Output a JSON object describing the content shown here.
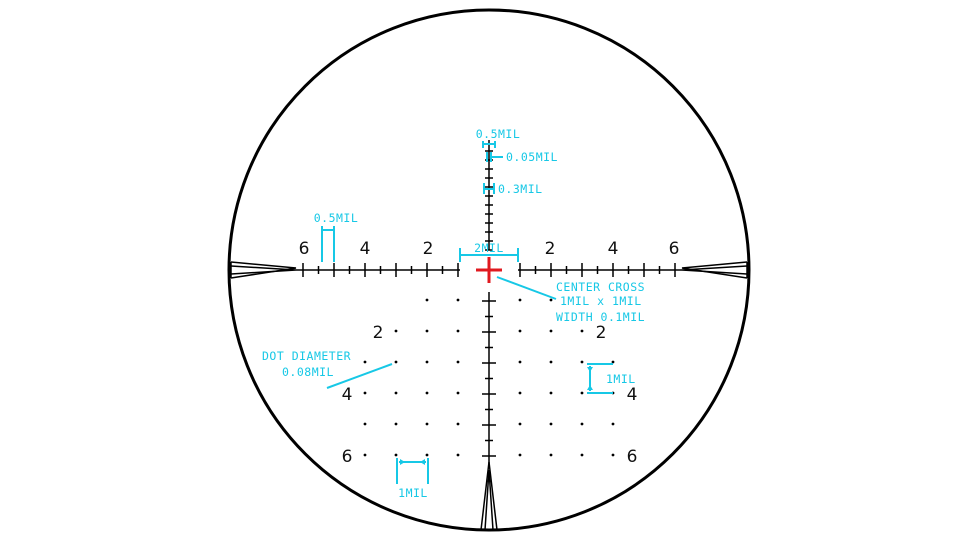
{
  "reticle": {
    "horizontal_numbers": {
      "left": [
        "6",
        "4",
        "2"
      ],
      "right": [
        "2",
        "4",
        "6"
      ]
    },
    "grid_numbers": {
      "left": [
        "2",
        "4",
        "6"
      ],
      "right": [
        "2",
        "4",
        "6"
      ]
    },
    "colors": {
      "reticle": "#000000",
      "annotation": "#17c8e6",
      "center_cross": "#e0191f"
    }
  },
  "annotations": {
    "top_tick_width": "0.5MIL",
    "line_width": "0.05MIL",
    "tick_spacing": "0.3MIL",
    "left_tick_spacing": "0.5MIL",
    "center_gap": "2MIL",
    "center_cross": [
      "CENTER CROSS",
      "1MIL x 1MIL",
      "WIDTH 0.1MIL"
    ],
    "dot_diameter": [
      "DOT DIAMETER",
      "0.08MIL"
    ],
    "grid_spacing_right": "1MIL",
    "grid_spacing_bottom": "1MIL"
  }
}
